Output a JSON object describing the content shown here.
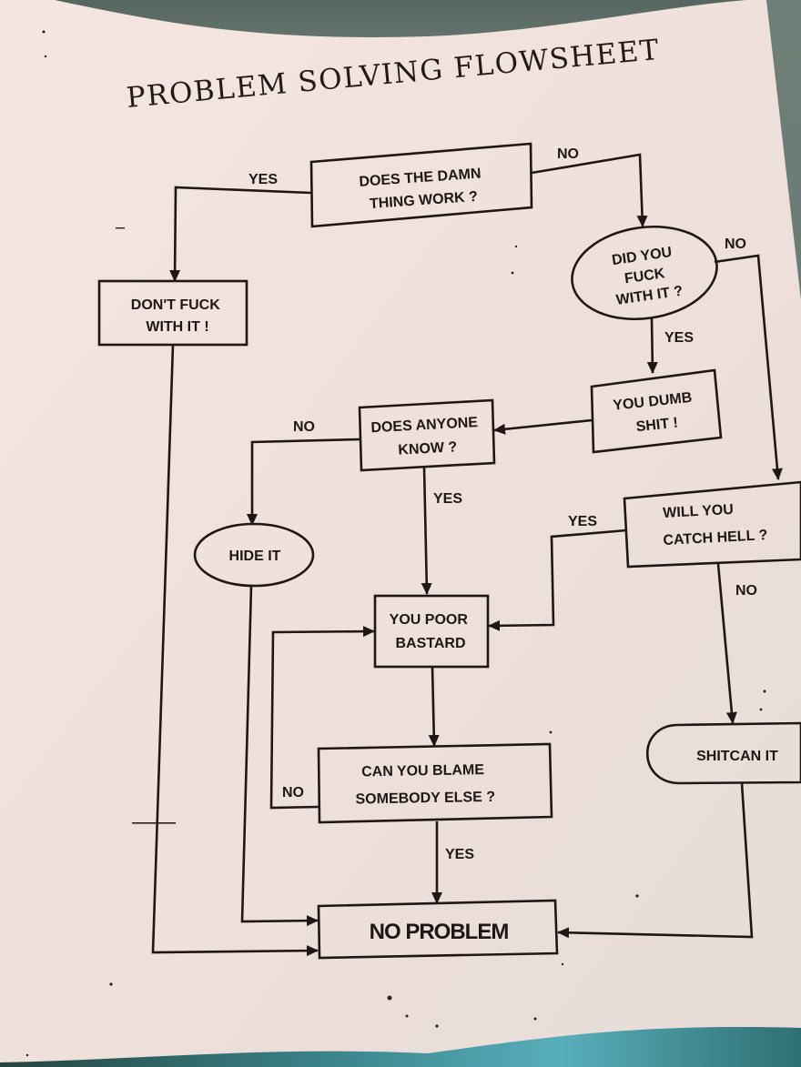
{
  "document": {
    "title": "PROBLEM SOLVING FLOWSHEET",
    "colors": {
      "paper": "#f1e3de",
      "ink": "#1e1715",
      "background_fabric": "#5e6f68",
      "background_bottom": "#3d8a92"
    }
  },
  "nodes": {
    "does_it_work": {
      "shape": "rectangle",
      "lines": [
        "DOES THE DAMN",
        "THING WORK ?"
      ]
    },
    "dont_touch": {
      "shape": "rectangle",
      "lines": [
        "DON'T FUCK",
        "WITH IT !"
      ]
    },
    "did_you_touch": {
      "shape": "ellipse",
      "lines": [
        "DID YOU",
        "FUCK",
        "WITH IT ?"
      ]
    },
    "you_dumb": {
      "shape": "rectangle",
      "lines": [
        "YOU DUMB",
        "SHIT !"
      ]
    },
    "anyone_know": {
      "shape": "rectangle",
      "lines": [
        "DOES ANYONE",
        "KNOW ?"
      ]
    },
    "hide_it": {
      "shape": "ellipse",
      "lines": [
        "HIDE IT"
      ]
    },
    "catch_hell": {
      "shape": "rectangle",
      "lines": [
        "WILL YOU",
        "CATCH HELL ?"
      ]
    },
    "poor_bastard": {
      "shape": "rectangle",
      "lines": [
        "YOU POOR",
        "BASTARD"
      ]
    },
    "shitcan": {
      "shape": "rounded",
      "lines": [
        "SHITCAN IT"
      ]
    },
    "blame": {
      "shape": "rectangle",
      "lines": [
        "CAN YOU BLAME",
        "SOMEBODY ELSE ?"
      ]
    },
    "no_problem": {
      "shape": "rectangle",
      "lines": [
        "NO PROBLEM"
      ]
    }
  },
  "edges": [
    {
      "from": "does_it_work",
      "to": "dont_touch",
      "label": "YES"
    },
    {
      "from": "does_it_work",
      "to": "did_you_touch",
      "label": "NO"
    },
    {
      "from": "did_you_touch",
      "to": "you_dumb",
      "label": "YES"
    },
    {
      "from": "did_you_touch",
      "to": "catch_hell",
      "label": "NO"
    },
    {
      "from": "you_dumb",
      "to": "anyone_know",
      "label": ""
    },
    {
      "from": "anyone_know",
      "to": "hide_it",
      "label": "NO"
    },
    {
      "from": "anyone_know",
      "to": "poor_bastard",
      "label": "YES"
    },
    {
      "from": "catch_hell",
      "to": "poor_bastard",
      "label": "YES"
    },
    {
      "from": "catch_hell",
      "to": "shitcan",
      "label": "NO"
    },
    {
      "from": "poor_bastard",
      "to": "blame",
      "label": ""
    },
    {
      "from": "blame",
      "to": "poor_bastard",
      "label": "NO"
    },
    {
      "from": "blame",
      "to": "no_problem",
      "label": "YES"
    },
    {
      "from": "dont_touch",
      "to": "no_problem",
      "label": ""
    },
    {
      "from": "hide_it",
      "to": "no_problem",
      "label": ""
    },
    {
      "from": "shitcan",
      "to": "no_problem",
      "label": ""
    }
  ],
  "edge_labels": {
    "work_yes": "YES",
    "work_no": "NO",
    "touch_no": "NO",
    "touch_yes": "YES",
    "know_no": "NO",
    "know_yes": "YES",
    "hell_yes": "YES",
    "hell_no": "NO",
    "blame_no": "NO",
    "blame_yes": "YES"
  }
}
